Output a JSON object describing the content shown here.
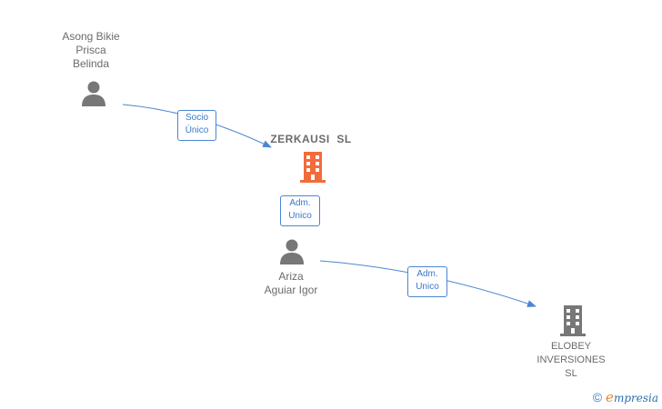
{
  "nodes": {
    "person_asong": {
      "lines": [
        "Asong Bikie",
        "Prisca",
        "Belinda"
      ],
      "icon": "person-icon",
      "color": "#777777"
    },
    "company_zerkausi": {
      "lines": [
        "ZERKAUSI  SL"
      ],
      "icon": "building-icon",
      "color": "#f26b3a"
    },
    "person_ariza": {
      "lines": [
        "Ariza",
        "Aguiar Igor"
      ],
      "icon": "person-icon",
      "color": "#777777"
    },
    "company_elobey": {
      "lines": [
        "ELOBEY",
        "INVERSIONES",
        "SL"
      ],
      "icon": "building-icon",
      "color": "#777777"
    }
  },
  "edges": {
    "socio_unico": {
      "lines": [
        "Socio",
        "Único"
      ]
    },
    "adm_unico_1": {
      "lines": [
        "Adm.",
        "Unico"
      ]
    },
    "adm_unico_2": {
      "lines": [
        "Adm.",
        "Unico"
      ]
    }
  },
  "colors": {
    "edge": "#4a86d4",
    "person": "#777777",
    "highlight_company": "#f26b3a",
    "company": "#777777"
  },
  "watermark": {
    "copyright": "©",
    "brand_initial": "e",
    "brand_rest": "mpresia"
  }
}
